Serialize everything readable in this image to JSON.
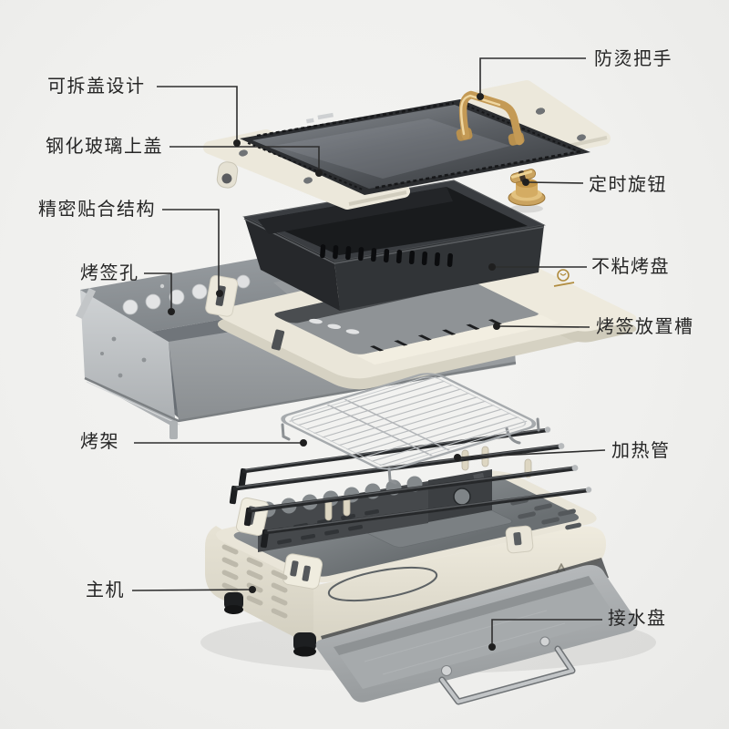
{
  "diagram": {
    "type": "exploded-product-view",
    "subject": "electric-grill",
    "background_color": "#f0f0ee",
    "line_color": "#2e2e2e",
    "text_color": "#262626",
    "accent_colors": {
      "cream_shell": "#e9e5d8",
      "gold_handle": "#c49a55",
      "pan_black": "#2e3134",
      "metal_gray": "#a9adaf",
      "glass_dark": "#4a4e53"
    },
    "callouts": [
      {
        "label": "可拆盖设计",
        "side": "left"
      },
      {
        "label": "钢化玻璃上盖",
        "side": "left"
      },
      {
        "label": "精密贴合结构",
        "side": "left"
      },
      {
        "label": "烤签孔",
        "side": "left"
      },
      {
        "label": "烤架",
        "side": "left"
      },
      {
        "label": "主机",
        "side": "left"
      },
      {
        "label": "防烫把手",
        "side": "right"
      },
      {
        "label": "定时旋钮",
        "side": "right"
      },
      {
        "label": "不粘烤盘",
        "side": "right"
      },
      {
        "label": "烤签放置槽",
        "side": "right"
      },
      {
        "label": "加热管",
        "side": "right"
      },
      {
        "label": "接水盘",
        "side": "right"
      }
    ]
  }
}
